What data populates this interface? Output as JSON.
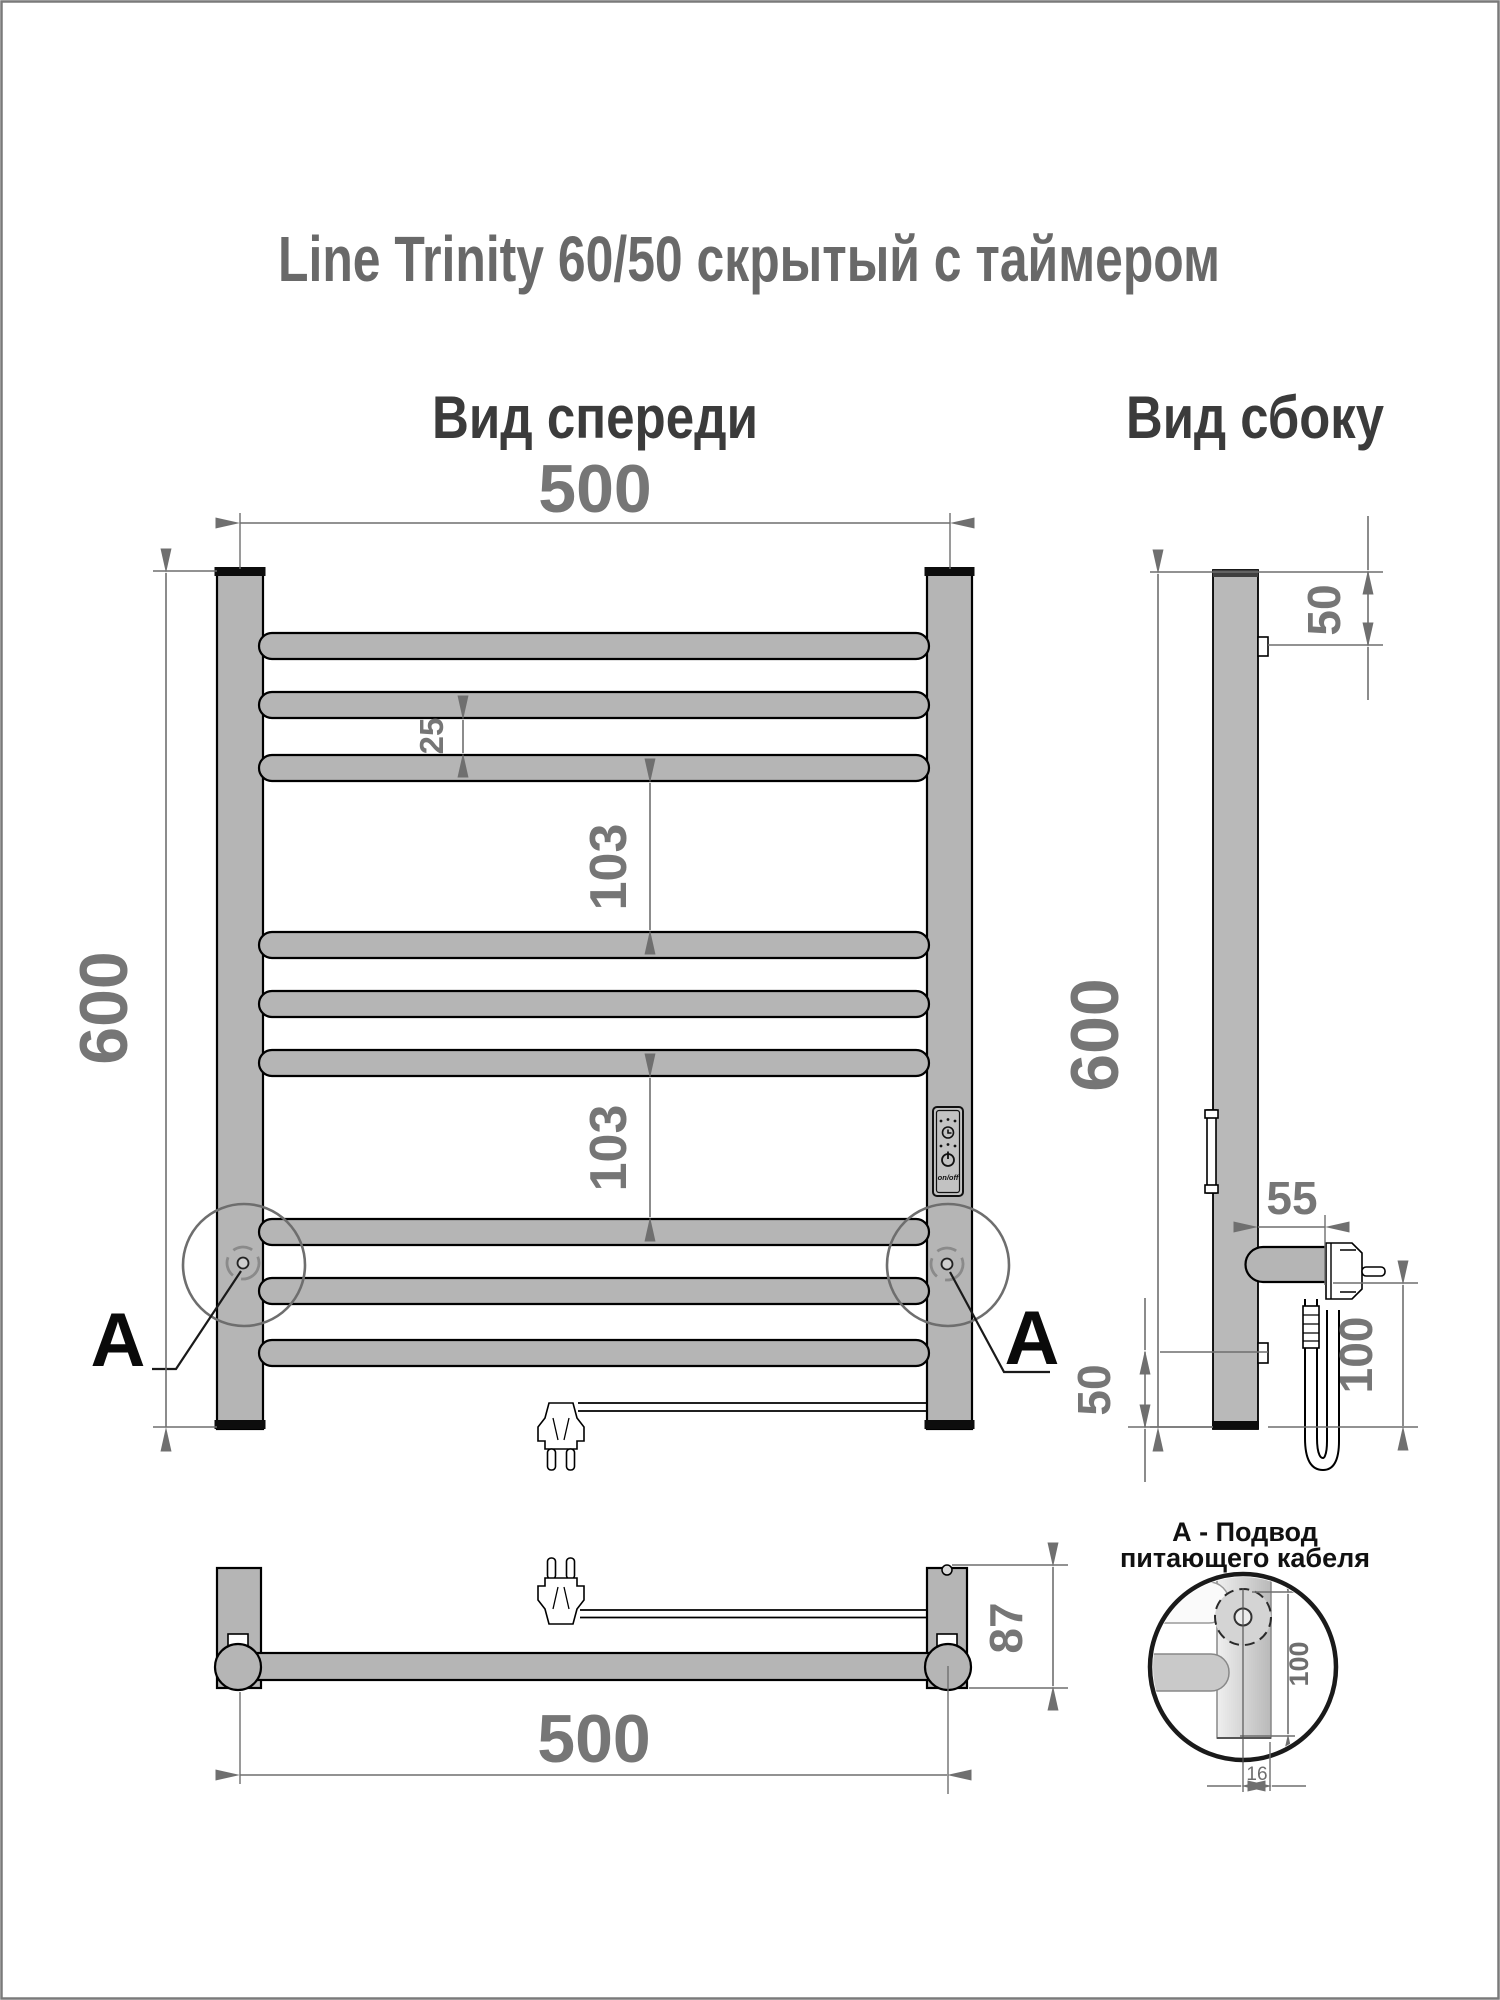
{
  "page": {
    "title": "Line Trinity 60/50 скрытый с таймером"
  },
  "front_view": {
    "label": "Вид спереди",
    "width_mm": "500",
    "height_mm": "600",
    "rung_gap_mm": "25",
    "group_gap1_mm": "103",
    "group_gap2_mm": "103",
    "detail_marker_left": "А",
    "detail_marker_right": "А",
    "timer_on_off": "on/off"
  },
  "side_view": {
    "label": "Вид сбоку",
    "top_offset_mm": "50",
    "height_mm": "600",
    "conduit_depth_mm": "55",
    "cable_drop_mm": "100",
    "bottom_offset_mm": "50"
  },
  "bottom_view": {
    "width_mm": "500",
    "depth_mm": "87"
  },
  "detail_a": {
    "title_line1": "А - Подвод",
    "title_line2": "питающего кабеля",
    "height_mm": "100",
    "tube_mm": "16"
  }
}
